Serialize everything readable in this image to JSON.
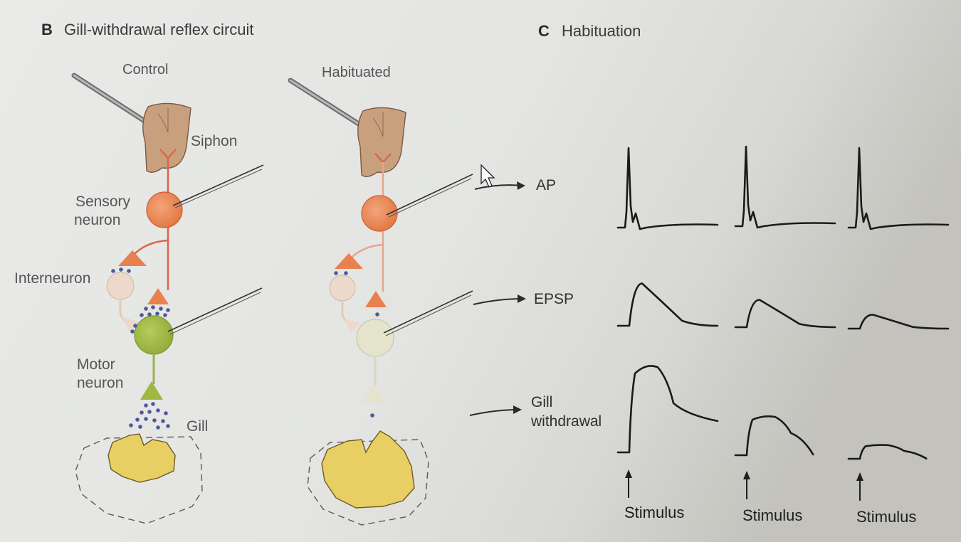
{
  "panel_b": {
    "letter": "B",
    "title": "Gill-withdrawal reflex circuit",
    "control_label": "Control",
    "habituated_label": "Habituated",
    "siphon_label": "Siphon",
    "sensory_label_line1": "Sensory",
    "sensory_label_line2": "neuron",
    "interneuron_label": "Interneuron",
    "motor_label_line1": "Motor",
    "motor_label_line2": "neuron",
    "gill_label": "Gill"
  },
  "panel_c": {
    "letter": "C",
    "title": "Habituation",
    "ap_label": "AP",
    "epsp_label": "EPSP",
    "gill_label_line1": "Gill",
    "gill_label_line2": "withdrawal",
    "stimulus_labels": [
      "Stimulus",
      "Stimulus",
      "Stimulus"
    ],
    "trials": [
      {
        "ap_peak": 1.0,
        "epsp_peak": 0.85,
        "gill_peak": 1.0
      },
      {
        "ap_peak": 1.0,
        "epsp_peak": 0.55,
        "gill_peak": 0.45
      },
      {
        "ap_peak": 1.0,
        "epsp_peak": 0.28,
        "gill_peak": 0.16
      }
    ]
  },
  "colors": {
    "sensory": "#e8814f",
    "interneuron": "#ecd9cc",
    "motor": "#a0b842",
    "motor_habituated": "#e4e3cc",
    "gill": "#e7cf63",
    "siphon": "#c9a07e",
    "vesicle": "#4d5a9c"
  }
}
